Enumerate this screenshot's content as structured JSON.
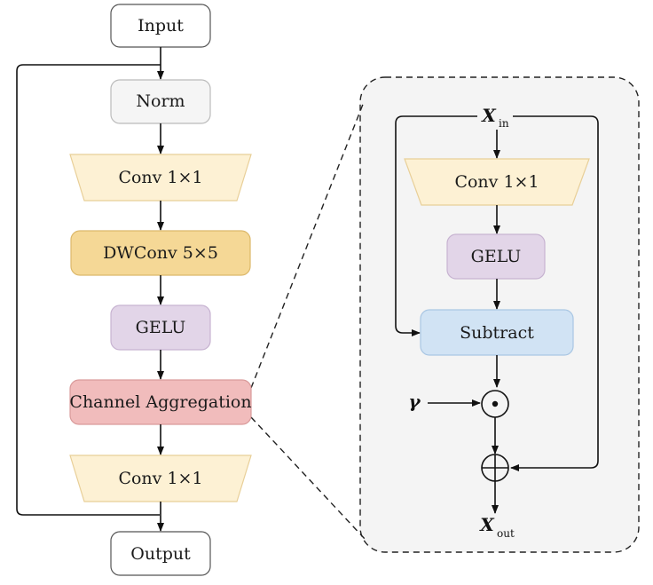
{
  "main": {
    "input": "Input",
    "norm": "Norm",
    "conv_top": "Conv 1×1",
    "dwconv": "DWConv 5×5",
    "gelu": "GELU",
    "channel_aggregation": "Channel Aggregation",
    "conv_bottom": "Conv 1×1",
    "output": "Output"
  },
  "detail": {
    "x_in_symbol": "X",
    "x_in_subscript": "in",
    "conv": "Conv 1×1",
    "gelu": "GELU",
    "subtract": "Subtract",
    "gamma": "γ",
    "x_out_symbol": "X",
    "x_out_subscript": "out"
  },
  "colors": {
    "norm_fill": "#f5f5f5",
    "conv_fill": "#fdf1d4",
    "dwconv_fill": "#f5d896",
    "gelu_fill": "#e2d5e8",
    "channel_aggregation_fill": "#f1bcbc",
    "subtract_fill": "#d1e3f4",
    "detail_panel_fill": "#f4f4f4"
  }
}
